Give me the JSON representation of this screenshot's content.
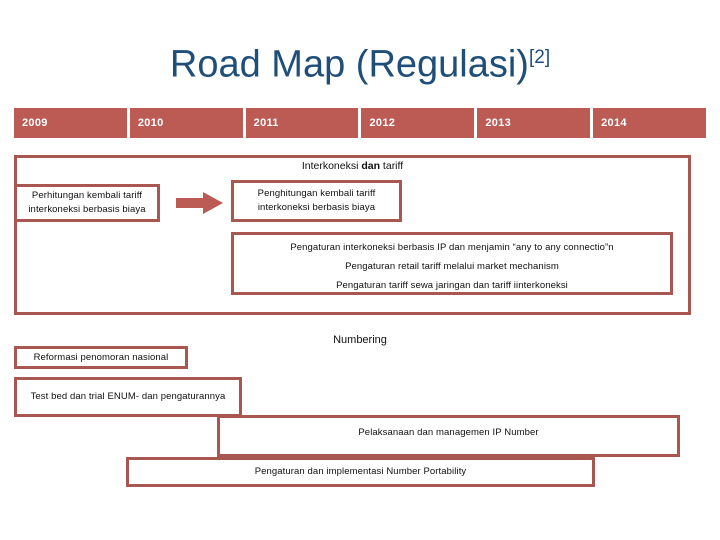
{
  "slide": {
    "title": "Road Map (Regulasi)",
    "title_superscript": "[2]",
    "title_color": "#1F4E79",
    "accent_color": "#BC5A54",
    "border_color": "#A85751"
  },
  "timeline": {
    "years": [
      "2009",
      "2010",
      "2011",
      "2012",
      "2013",
      "2014"
    ]
  },
  "sections": [
    {
      "heading_prefix": "Interkoneksi ",
      "heading_bold": "dan",
      "heading_suffix": "  tariff",
      "heading_full": "Interkoneksi dan  tariff",
      "boxes": {
        "perhitungan": "Perhitungan kembali tariff interkoneksi berbasis biaya",
        "penghitungan": "Penghitungan kembali tariff interkoneksi berbasis biaya",
        "pengaturan_lines": [
          "Pengaturan interkoneksi  berbasis  IP  dan menjamin  “any to any connectio”n",
          "Pengaturan retail tariff  melalui  market mechanism",
          "Pengaturan tariff sewa jaringan  dan  tariff  iinterkoneksi"
        ]
      },
      "arrow": "right-arrow"
    },
    {
      "heading_full": "Numbering",
      "boxes": {
        "reformasi": "Reformasi penomoran nasional",
        "testbed": "Test bed dan trial ENUM- dan pengaturannya",
        "pelaksanaan": "Pelaksanaan dan managemen IP Number",
        "portability": "Pengaturan dan implementasi Number Portability"
      }
    }
  ]
}
